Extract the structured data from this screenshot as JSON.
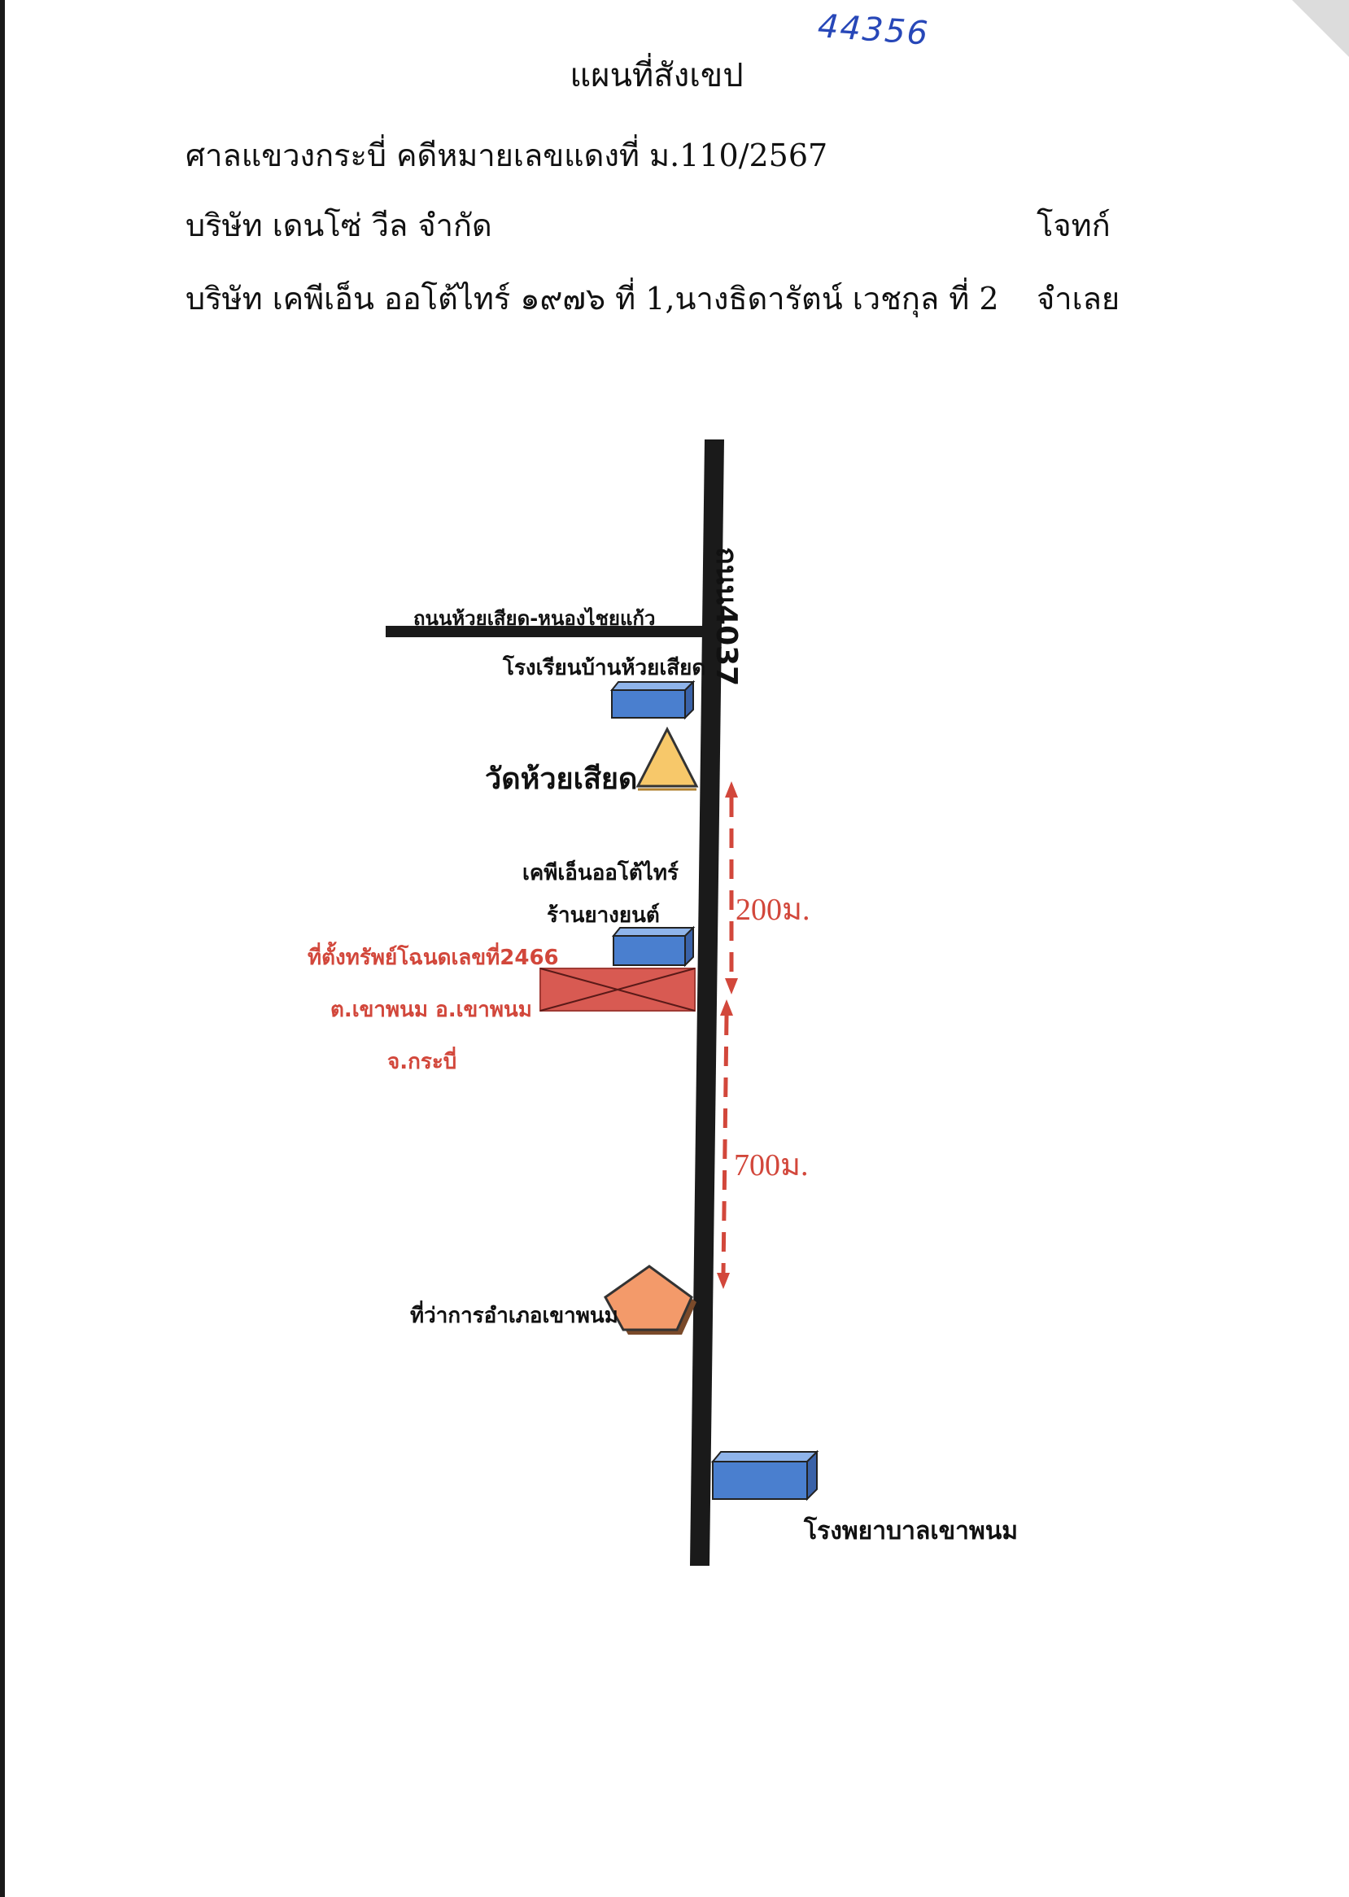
{
  "document": {
    "stamp_number": "44356",
    "title": "แผนที่สังเขป",
    "court_case": "ศาลแขวงกระบี่ คดีหมายเลขแดงที่ ม.110/2567",
    "plaintiff": {
      "name": "บริษัท เดนโซ่ วีล จำกัด",
      "role": "โจทก์"
    },
    "defendant": {
      "name": "บริษัท เคพีเอ็น ออโต้ไทร์ ๑๙๗๖ ที่ 1,นางธิดารัตน์ เวชกุล ที่ 2",
      "role": "จำเลย"
    }
  },
  "map": {
    "main_road": "ถนน4037",
    "side_road": "ถนนห้วยเสียด-หนองไชยแก้ว",
    "landmarks": {
      "school": "โรงเรียนบ้านห้วยเสียด",
      "temple": "วัดห้วยเสียด",
      "shop_line1": "เคพีเอ็นออโต้ไทร์",
      "shop_line2": "ร้านยางยนต์",
      "district_office": "ที่ว่าการอำเภอเขาพนม",
      "hospital": "โรงพยาบาลเขาพนม"
    },
    "property": {
      "line1": "ที่ตั้งทรัพย์โฉนดเลขที่2466",
      "line2": "ต.เขาพนม อ.เขาพนม",
      "line3": "จ.กระบี่"
    },
    "distances": {
      "upper": "200ม.",
      "lower": "700ม."
    },
    "colors": {
      "road": "#1a1a1a",
      "building": "#4a7fcf",
      "temple": "#f7c86a",
      "district_office": "#f39a6a",
      "property": "#d85a52",
      "distance": "#d2473b"
    }
  }
}
